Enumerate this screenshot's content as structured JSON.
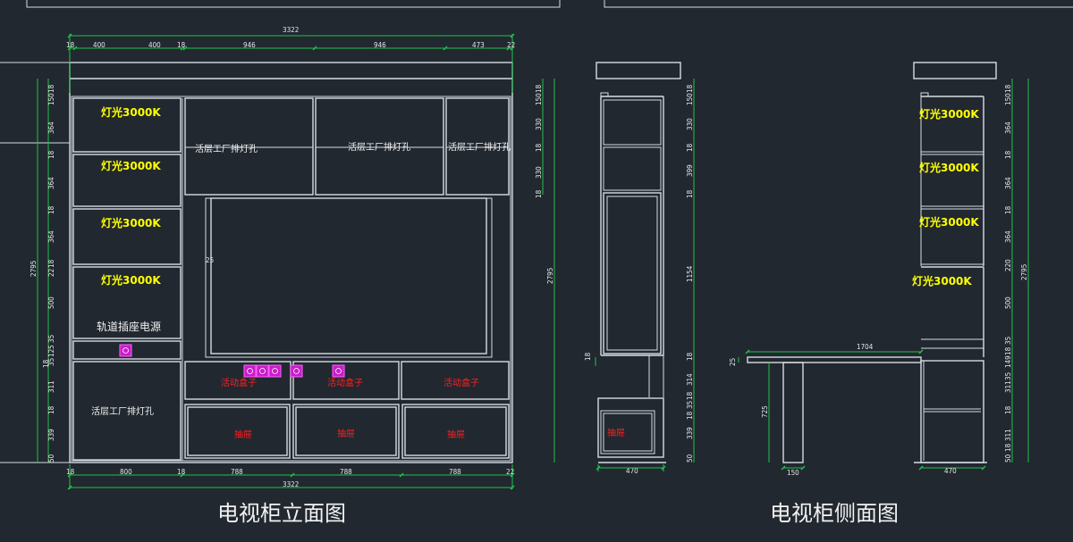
{
  "titles": {
    "elevation": "电视柜立面图",
    "side": "电视柜侧面图"
  },
  "labels": {
    "light": "灯光3000K",
    "track_socket": "轨道插座电源",
    "shelf_light_1": "活层工厂排灯孔",
    "shelf_light_2": "活层工厂排灯孔",
    "shelf_light_3": "活层工厂排灯孔",
    "shelf_light_4": "活层工厂排灯孔",
    "movable_box": "活动盒子",
    "drawer": "抽屉"
  },
  "dimensions": {
    "total_width": "3322",
    "total_height": "2795",
    "top_row": [
      "18",
      "400",
      "400",
      "18",
      "946",
      "946",
      "473",
      "22"
    ],
    "bottom_row": [
      "18",
      "800",
      "18",
      "788",
      "788",
      "788",
      "22"
    ],
    "left_col": [
      "18",
      "150",
      "364",
      "18",
      "364",
      "18",
      "364",
      "18",
      "22",
      "500",
      "35",
      "125",
      "35",
      "18",
      "311",
      "18",
      "339",
      "50"
    ],
    "tv_gap": "25",
    "front_right_col": [
      "18",
      "150",
      "330",
      "18",
      "330",
      "18"
    ],
    "side_col": [
      "18",
      "150",
      "330",
      "18",
      "399",
      "18",
      "1154",
      "18",
      "314",
      "18",
      "35",
      "18",
      "339",
      "50"
    ],
    "side_depth": "470",
    "side_height_mark": "18",
    "desk_length": "1704",
    "desk_thick": "25",
    "desk_leg_height": "725",
    "desk_leg_width": "150",
    "right_col": [
      "18",
      "150",
      "364",
      "18",
      "364",
      "18",
      "364",
      "220",
      "500",
      "35",
      "18",
      "149",
      "35",
      "311",
      "18",
      "311",
      "18",
      "50"
    ],
    "right_depth": "470"
  },
  "colors": {
    "background": "#212830",
    "lines": "#d8dde3",
    "dimension": "#22c24a",
    "light_label": "#ffff00",
    "drawer_label": "#ff2020",
    "socket": "#c81ec8"
  }
}
